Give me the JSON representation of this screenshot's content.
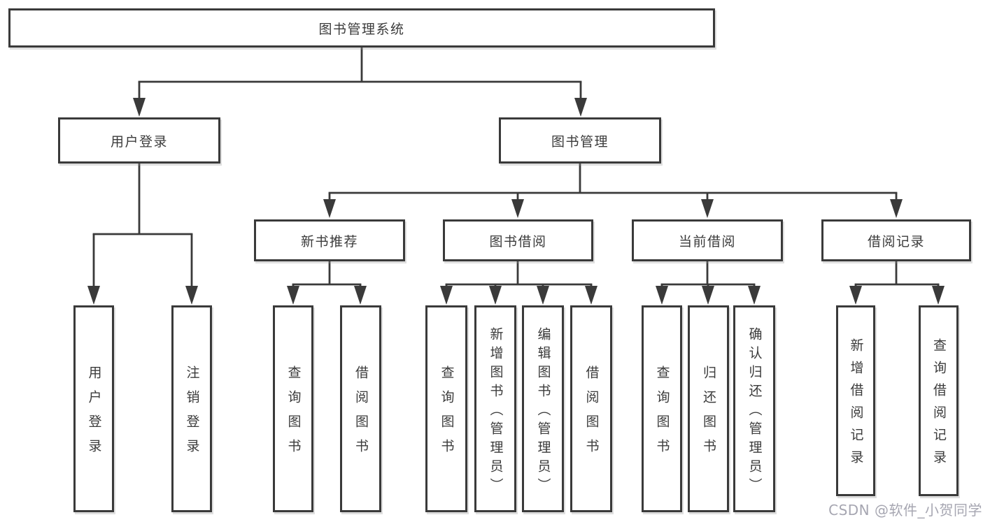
{
  "tree": {
    "label": "图书管理系统",
    "children": [
      {
        "label": "用户登录",
        "children": [
          {
            "label": "用户登录"
          },
          {
            "label": "注销登录"
          }
        ]
      },
      {
        "label": "图书管理",
        "children": [
          {
            "label": "新书推荐",
            "children": [
              {
                "label": "查询图书"
              },
              {
                "label": "借阅图书"
              }
            ]
          },
          {
            "label": "图书借阅",
            "children": [
              {
                "label": "查询图书"
              },
              {
                "label": "新增图书（管理员）"
              },
              {
                "label": "编辑图书（管理员）"
              },
              {
                "label": "借阅图书"
              }
            ]
          },
          {
            "label": "当前借阅",
            "children": [
              {
                "label": "查询图书"
              },
              {
                "label": "归还图书"
              },
              {
                "label": "确认归还（管理员）"
              }
            ]
          },
          {
            "label": "借阅记录",
            "children": [
              {
                "label": "新增借阅记录"
              },
              {
                "label": "查询借阅记录"
              }
            ]
          }
        ]
      }
    ]
  },
  "watermark": {
    "text": "CSDN @软件_小贺同学"
  },
  "colors": {
    "line": "#3a3a3a",
    "box_border": "#3a3a3a",
    "text": "#3b3b3b",
    "watermark": "#9e9eaa",
    "background": "#ffffff"
  }
}
